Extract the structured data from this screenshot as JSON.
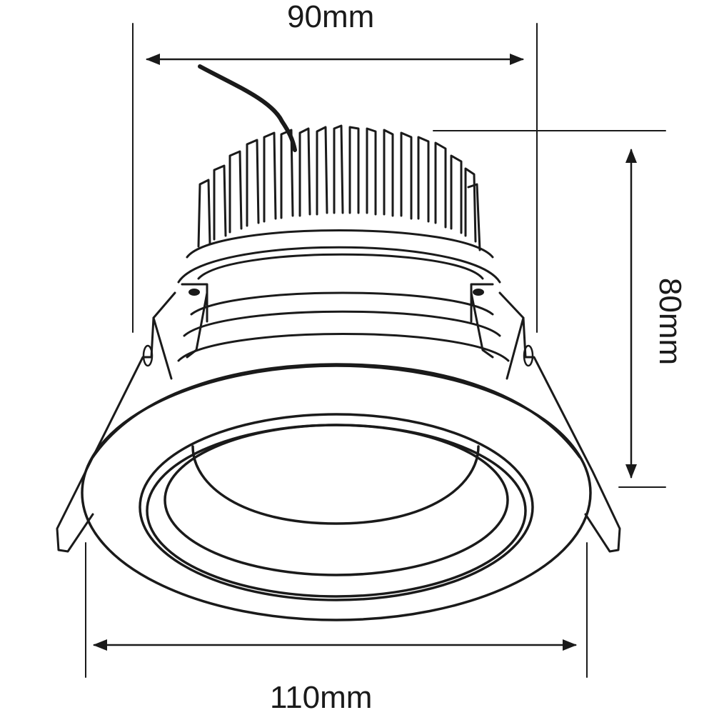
{
  "diagram": {
    "subject": "LED recessed downlight with finned heatsink, technical dimension drawing",
    "colors": {
      "line": "#1a1a1a",
      "background": "#ffffff"
    },
    "dimensions": {
      "cutout_width": {
        "label": "90mm",
        "orientation": "horizontal",
        "position": "top"
      },
      "height": {
        "label": "80mm",
        "orientation": "vertical",
        "position": "right"
      },
      "outer_diameter": {
        "label": "110mm",
        "orientation": "horizontal",
        "position": "bottom"
      }
    },
    "parts": [
      "power-cable",
      "heatsink-fins",
      "heatsink-base-ring",
      "body-housing",
      "spring-clip-left",
      "spring-clip-right",
      "trim-flange",
      "reflector-rings",
      "lens"
    ]
  }
}
